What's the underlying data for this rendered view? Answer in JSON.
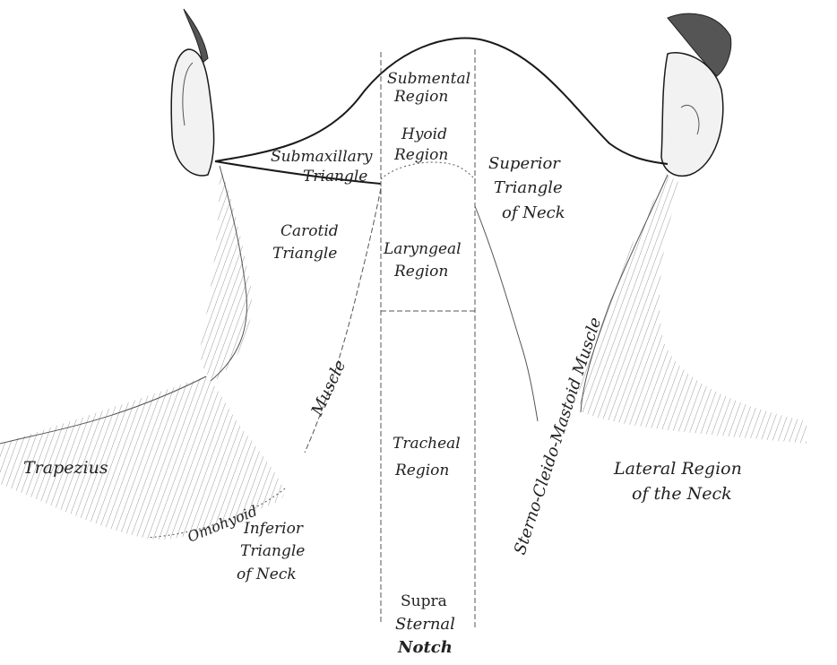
{
  "labels": {
    "submental_line1": "Submental",
    "submental_line2": "Region",
    "hyoid_line1": "Hyoid",
    "hyoid_line2": "Region",
    "submaxillary_line1": "Submaxillary",
    "submaxillary_line2": "Triangle",
    "superior_line1": "Superior",
    "superior_line2": "Triangle",
    "superior_line3": "of Neck",
    "carotid_line1": "Carotid",
    "carotid_line2": "Triangle",
    "laryngeal_line1": "Laryngeal",
    "laryngeal_line2": "Region",
    "sterno_muscle": "Sterno-Cleido-Mastoid Muscle",
    "muscle_left": "Muscle",
    "tracheal_line1": "Tracheal",
    "tracheal_line2": "Region",
    "trapezius": "Trapezius",
    "lateral_line1": "Lateral Region",
    "lateral_line2": "of the Neck",
    "omohyoid": "Omohyoid",
    "inferior_line1": "Inferior",
    "inferior_line2": "Triangle",
    "inferior_line3": "of Neck",
    "notch_line1": "Supra",
    "notch_line2": "Sternal",
    "notch_line3": "Notch"
  },
  "colors": {
    "ink": "#1a1a1a",
    "shading": "#d8d8d8",
    "background": "#ffffff"
  }
}
